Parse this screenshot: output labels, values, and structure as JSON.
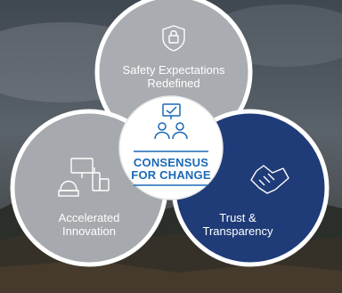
{
  "diagram": {
    "center": {
      "title_line1": "CONSENSUS",
      "title_line2": "FOR CHANGE",
      "icon": "people-consensus-icon"
    },
    "circles": [
      {
        "id": "safety",
        "line1": "Safety Expectations",
        "line2": "Redefined",
        "icon": "badge-lock-icon"
      },
      {
        "id": "innovation",
        "line1": "Accelerated",
        "line2": "Innovation",
        "icon": "devices-icon"
      },
      {
        "id": "trust",
        "line1": "Trust &",
        "line2": "Transparency",
        "icon": "handshake-icon"
      }
    ]
  },
  "colors": {
    "gray_circle": "#a9acb0",
    "blue_circle": "#1f3c78",
    "center_text": "#1b69b6"
  }
}
